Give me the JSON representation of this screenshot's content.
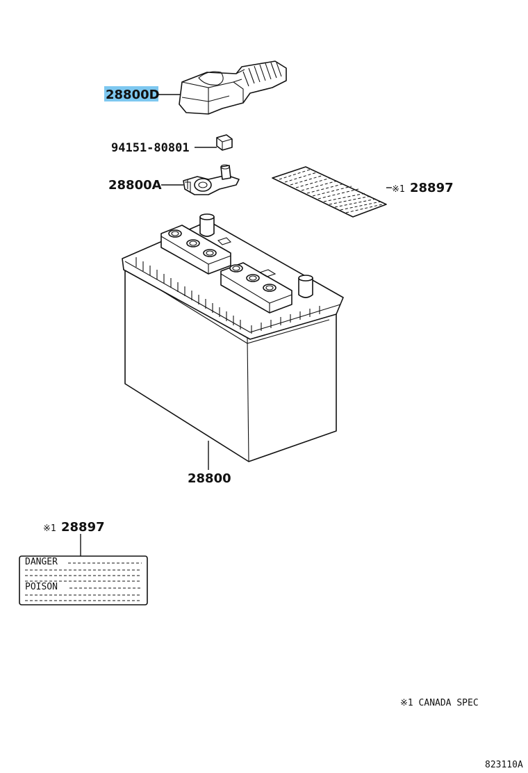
{
  "callouts": {
    "terminal_cover": "28800D",
    "nut": "94151-80801",
    "terminal_clamp": "28800A",
    "plate_label_top": "28897",
    "battery": "28800",
    "plate_label_bottom": "28897",
    "spec_mark": "※1"
  },
  "label_plate": {
    "danger_text": "DANGER",
    "poison_text": "POISON"
  },
  "footnote": "※1 CANADA SPEC",
  "figure_id": "823110A",
  "colors": {
    "highlight": "#7ec8f0"
  }
}
